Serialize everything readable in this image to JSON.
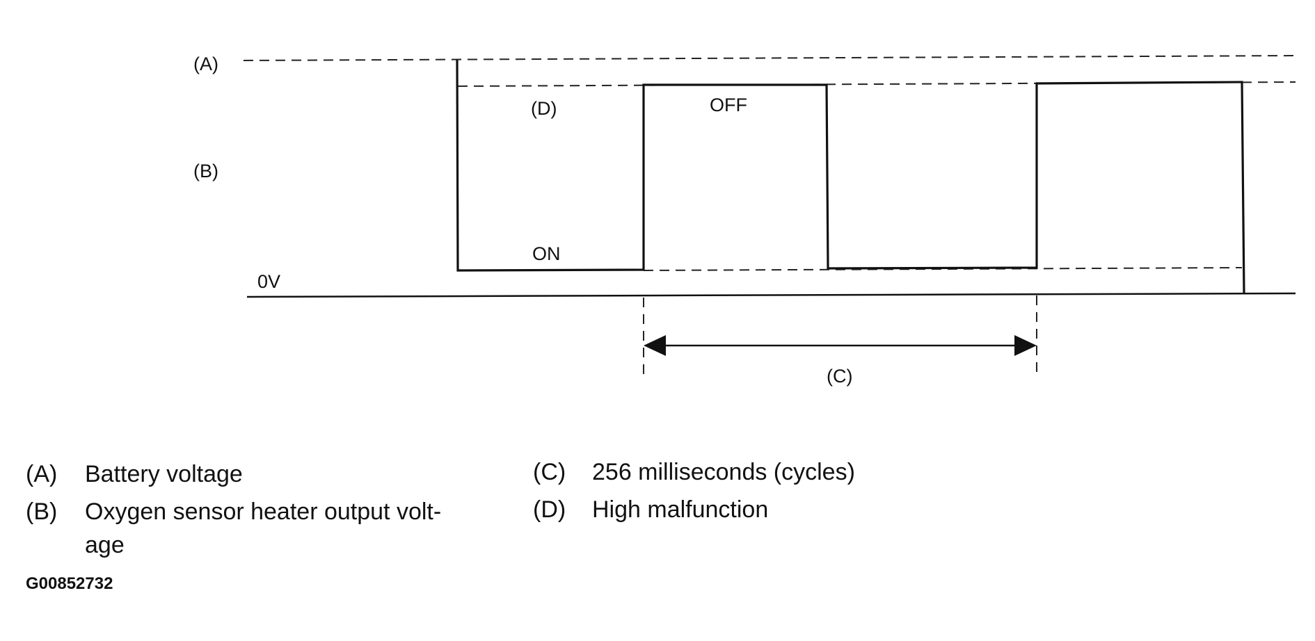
{
  "diagram": {
    "labels": {
      "a": "(A)",
      "b": "(B)",
      "c": "(C)",
      "d": "(D)",
      "off": "OFF",
      "on": "ON",
      "zero_volt": "0V"
    }
  },
  "legend": {
    "items": [
      {
        "key": "(A)",
        "text": "Battery voltage"
      },
      {
        "key": "(B)",
        "text": "Oxygen sensor heater output volt-age"
      },
      {
        "key": "(C)",
        "text": "256 milliseconds (cycles)"
      },
      {
        "key": "(D)",
        "text": "High malfunction"
      }
    ]
  },
  "figure_id": "G00852732"
}
